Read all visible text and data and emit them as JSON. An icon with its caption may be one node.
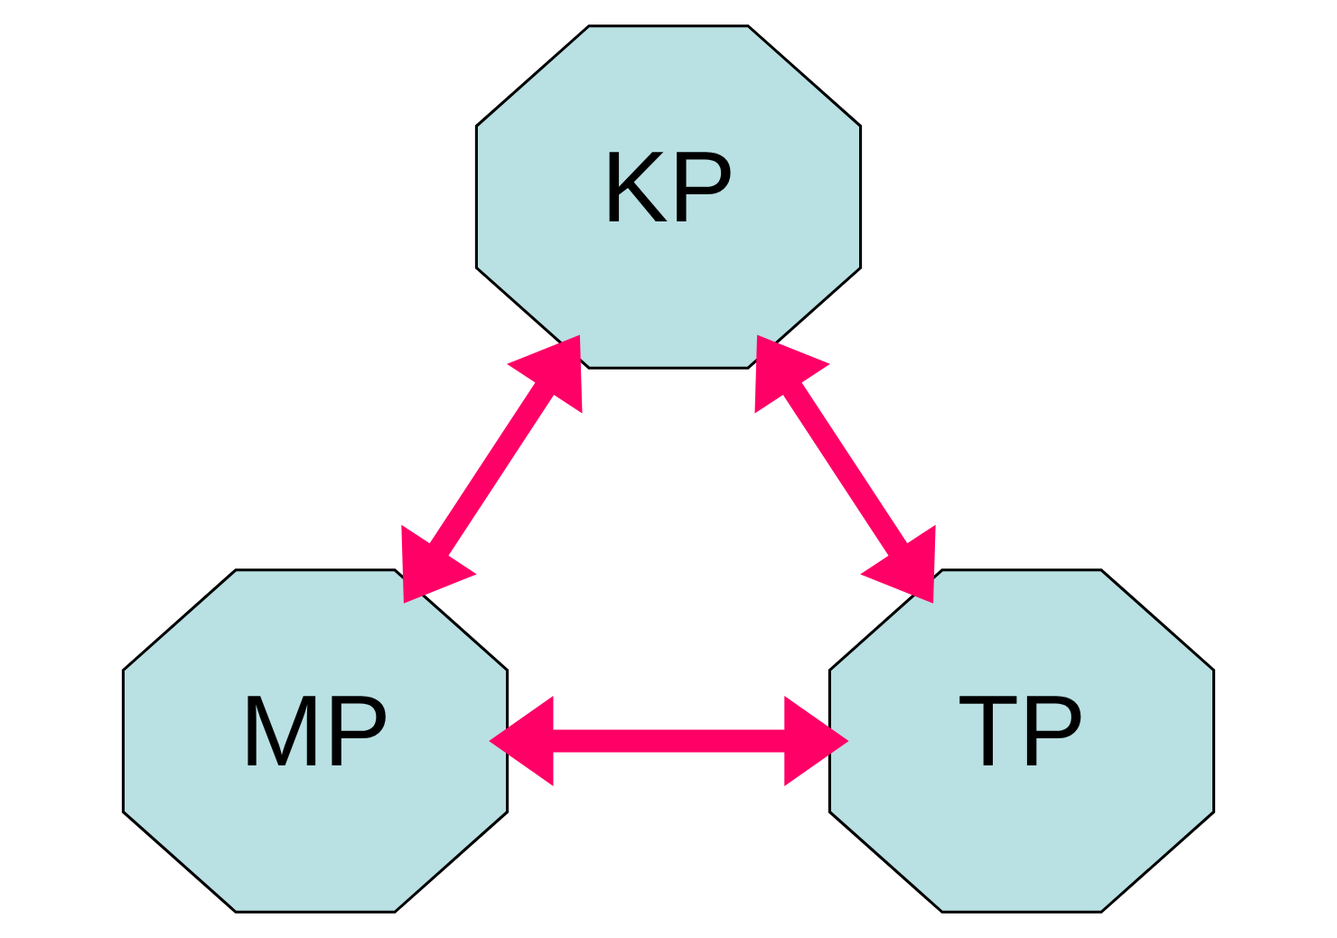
{
  "diagram": {
    "nodes": [
      {
        "text": [
          "KP"
        ]
      },
      {
        "text": [
          "TP"
        ]
      },
      {
        "text": [
          "MP"
        ]
      }
    ],
    "edges": [
      {
        "from": 1,
        "to": 0,
        "arrow": "both"
      },
      {
        "from": 0,
        "to": 2,
        "arrow": "both"
      },
      {
        "from": 1,
        "to": 2,
        "arrow": "both"
      }
    ]
  }
}
